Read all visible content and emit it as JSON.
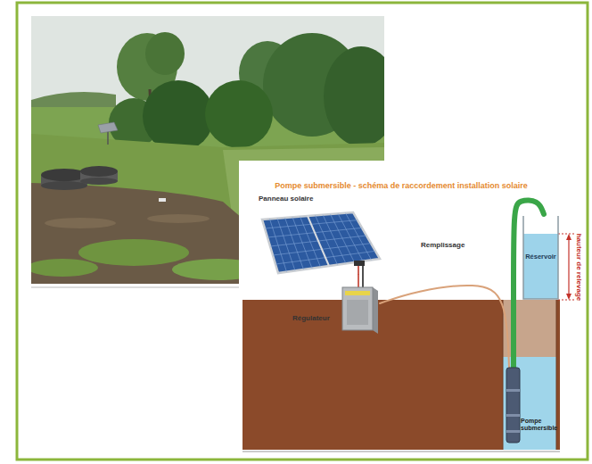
{
  "diagram": {
    "title": "Pompe submersible - schéma de raccordement installation solaire",
    "nodes": [
      {
        "text": [
          "Panneau solaire"
        ]
      },
      {
        "text": [
          "Régulateur"
        ]
      },
      {
        "text": [
          "Réservoir"
        ]
      },
      {
        "text": [
          "Pompe submersible"
        ]
      }
    ],
    "edges": [
      {
        "from": 0,
        "to": 1,
        "arrow": "none"
      },
      {
        "from": 1,
        "to": 3,
        "arrow": "none"
      },
      {
        "from": 3,
        "to": 2,
        "label": "Remplissage",
        "arrow": "none"
      }
    ],
    "labels": [
      "hauteur de relevage"
    ]
  }
}
